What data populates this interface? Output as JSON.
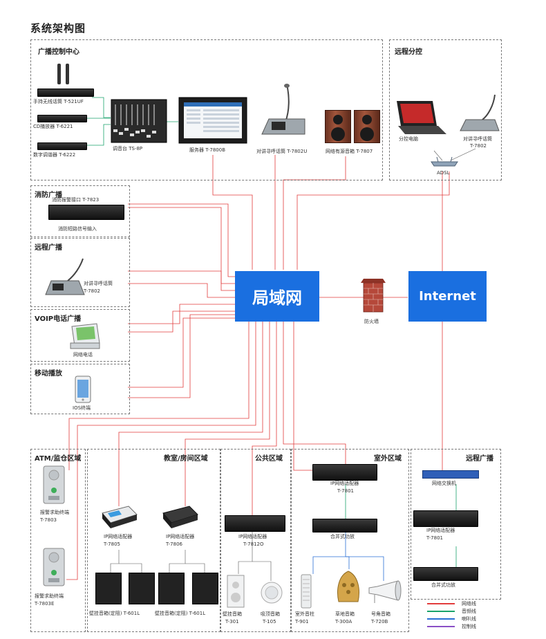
{
  "title": "系统架构图",
  "hubs": {
    "lan": "局域网",
    "internet": "Internet",
    "firewall": "防火墙"
  },
  "zones": {
    "control_center": {
      "title": "广播控制中心"
    },
    "remote_branch": {
      "title": "远程分控"
    },
    "fire": {
      "title": "消防广播"
    },
    "remote_bc": {
      "title": "远程广播"
    },
    "voip": {
      "title": "VOIP电话广播"
    },
    "mobile": {
      "title": "移动播放"
    },
    "atm": {
      "title": "ATM/监仓区域"
    },
    "classroom": {
      "title": "教室/房间区域"
    },
    "public": {
      "title": "公共区域"
    },
    "outdoor": {
      "title": "室外区域"
    },
    "remote_bc2": {
      "title": "远程广播"
    }
  },
  "devices": {
    "wireless_mic": "手持无线话筒 T-521UF",
    "cd_player": "CD播放器 T-6221",
    "tuner": "数字调谐器 T-6222",
    "mixer": "调音台 TS-8P",
    "server": "服务器 T-7800B",
    "intercom_u": "对讲寻呼话筒 T-7802U",
    "active_spk": "网络有源音箱 T-7807",
    "branch_pc": "分控电脑",
    "branch_mic_1": "对讲寻呼话筒",
    "branch_mic_2": "T-7802",
    "adsl": "ADSL",
    "fire_port": "消防报警接口  T-7823",
    "fire_input": "消防短路信号输入",
    "remote_mic_1": "对讲寻呼话筒",
    "remote_mic_2": "T-7802",
    "net_phone": "网络电话",
    "ios": "IOS终端",
    "alarm1_a": "报警求助终端",
    "alarm1_b": "T-7803",
    "alarm2_a": "报警求助终端",
    "alarm2_b": "T-7803E",
    "adapter_7805_a": "IP网络适配器",
    "adapter_7805_b": "T-7805",
    "adapter_7806_a": "IP网络适配器",
    "adapter_7806_b": "T-7806",
    "wall_spk_1": "壁挂音箱(定阻) T-601L",
    "wall_spk_2": "壁挂音箱(定阻) T-601L",
    "adapter_7812_a": "IP网络适配器",
    "adapter_7812_b": "T-7812O",
    "wall_spk_301_a": "壁挂音箱",
    "wall_spk_301_b": "T-301",
    "ceiling_a": "吸顶音箱",
    "ceiling_b": "T-105",
    "adapter_7801_a": "IP网络适配器",
    "adapter_7801_b": "T-7801",
    "amp_outdoor": "合并式功放",
    "column_a": "室外音柱",
    "column_b": "T-901",
    "lawn_a": "草地音箱",
    "lawn_b": "T-300A",
    "horn_a": "号角音箱",
    "horn_b": "T-720B",
    "switch": "网络交换机",
    "adapter_7801r_a": "IP网络适配器",
    "adapter_7801r_b": "T-7801",
    "amp_remote": "合并式功放"
  },
  "legend": [
    {
      "label": "网络线",
      "color": "#e23b3b"
    },
    {
      "label": "音频线",
      "color": "#1aa36b"
    },
    {
      "label": "喇叭线",
      "color": "#2a6fd6"
    },
    {
      "label": "控制线",
      "color": "#8a4fc6"
    }
  ]
}
